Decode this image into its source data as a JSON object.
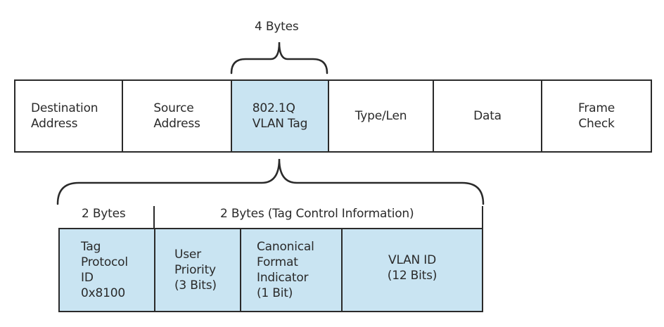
{
  "frame": {
    "header_label": "4 Bytes",
    "fields": [
      {
        "line1": "Destination",
        "line2": "Address",
        "highlight": false
      },
      {
        "line1": "Source",
        "line2": "Address",
        "highlight": false
      },
      {
        "line1": "802.1Q",
        "line2": "VLAN Tag",
        "highlight": true
      },
      {
        "line1": "Type/Len",
        "line2": "",
        "highlight": false
      },
      {
        "line1": "Data",
        "line2": "",
        "highlight": false
      },
      {
        "line1": "Frame",
        "line2": "Check",
        "highlight": false
      }
    ]
  },
  "tag": {
    "left_label": "2 Bytes",
    "right_label": "2 Bytes (Tag Control Information)",
    "fields": [
      {
        "lines": [
          "Tag",
          "Protocol",
          "ID",
          "0x8100"
        ]
      },
      {
        "lines": [
          "User",
          "Priority",
          "(3 Bits)"
        ]
      },
      {
        "lines": [
          "Canonical",
          "Format",
          "Indicator",
          "(1 Bit)"
        ]
      },
      {
        "lines": [
          "VLAN ID",
          "(12 Bits)"
        ]
      }
    ]
  },
  "colors": {
    "highlight": "#c9e4f2",
    "stroke": "#2a2a2a"
  }
}
